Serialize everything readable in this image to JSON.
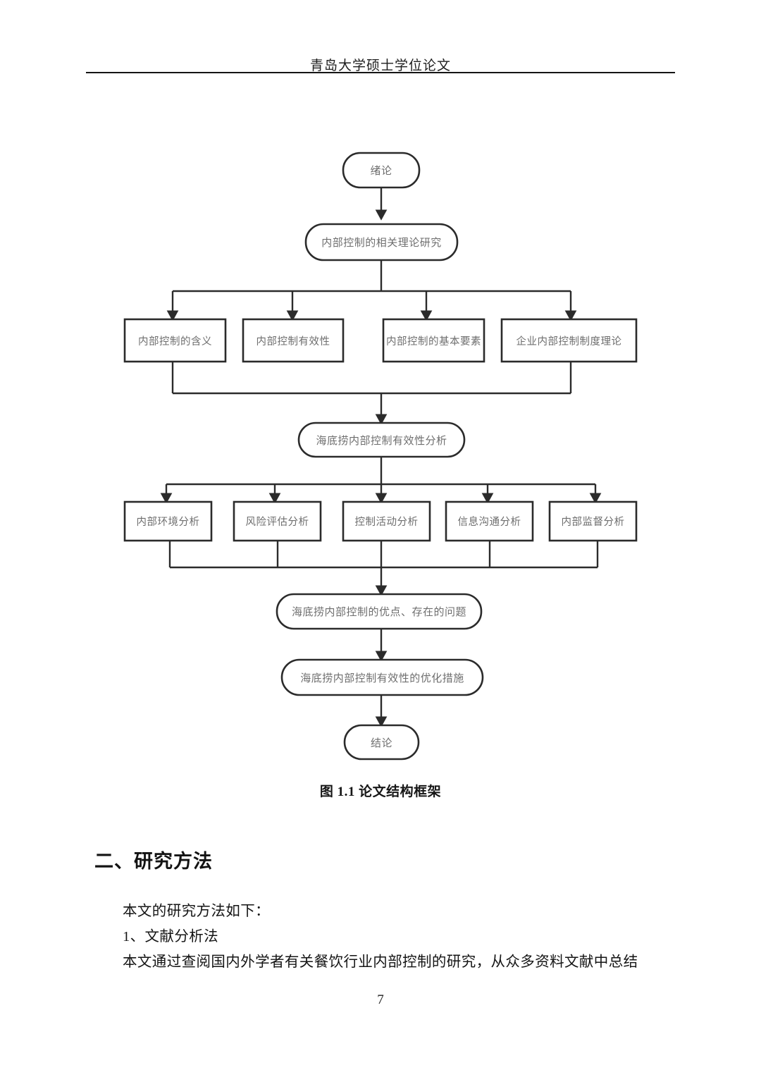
{
  "header": {
    "title": "青岛大学硕士学位论文"
  },
  "figure": {
    "caption": "图 1.1 论文结构框架",
    "nodes": {
      "intro": "绪论",
      "theory": "内部控制的相关理论研究",
      "theory_children": [
        "内部控制的含义",
        "内部控制有效性",
        "内部控制的基本要素",
        "企业内部控制制度理论"
      ],
      "analysis": "海底捞内部控制有效性分析",
      "analysis_children": [
        "内部环境分析",
        "风险评估分析",
        "控制活动分析",
        "信息沟通分析",
        "内部监督分析"
      ],
      "findings": "海底捞内部控制的优点、存在的问题",
      "measures": "海底捞内部控制有效性的优化措施",
      "conclusion": "结论"
    }
  },
  "section": {
    "heading": "二、研究方法",
    "paragraphs": [
      "本文的研究方法如下：",
      "1、文献分析法",
      "本文通过查阅国内外学者有关餐饮行业内部控制的研究，从众多资料文献中总结"
    ]
  },
  "footer": {
    "page_number": "7"
  },
  "colors": {
    "stroke": "#2b2b2b",
    "node_text": "#6e6e6e",
    "body_text": "#141414"
  }
}
